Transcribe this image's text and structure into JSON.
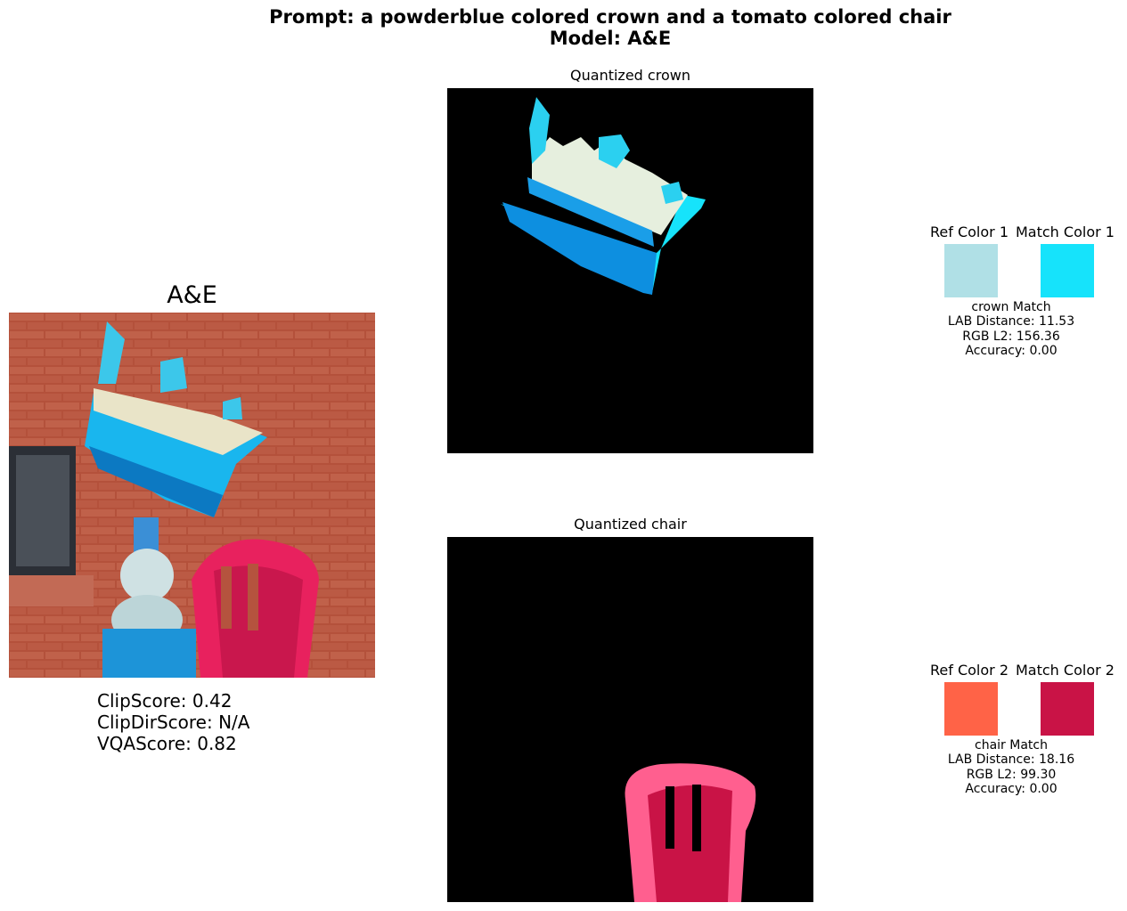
{
  "header": {
    "prompt_line": "Prompt: a powderblue colored crown and a tomato colored chair",
    "model_line": "Model: A&E"
  },
  "generated": {
    "title": "A&E",
    "scores": {
      "clip": "ClipScore: 0.42",
      "clip_dir": "ClipDirScore: N/A",
      "vqa": "VQAScore: 0.82"
    }
  },
  "quantized": {
    "crown_title": "Quantized crown",
    "chair_title": "Quantized chair"
  },
  "matches": [
    {
      "ref_label": "Ref Color 1",
      "match_label": "Match Color 1",
      "ref_color": "#b0e0e6",
      "match_color": "#16e3fb",
      "object_line": "crown Match",
      "lab_line": "LAB Distance: 11.53",
      "rgb_line": "RGB L2: 156.36",
      "acc_line": "Accuracy: 0.00"
    },
    {
      "ref_label": "Ref Color 2",
      "match_label": "Match Color 2",
      "ref_color": "#ff6347",
      "match_color": "#c91346",
      "object_line": "chair Match",
      "lab_line": "LAB Distance: 18.16",
      "rgb_line": "RGB L2: 99.30",
      "acc_line": "Accuracy: 0.00"
    }
  ]
}
